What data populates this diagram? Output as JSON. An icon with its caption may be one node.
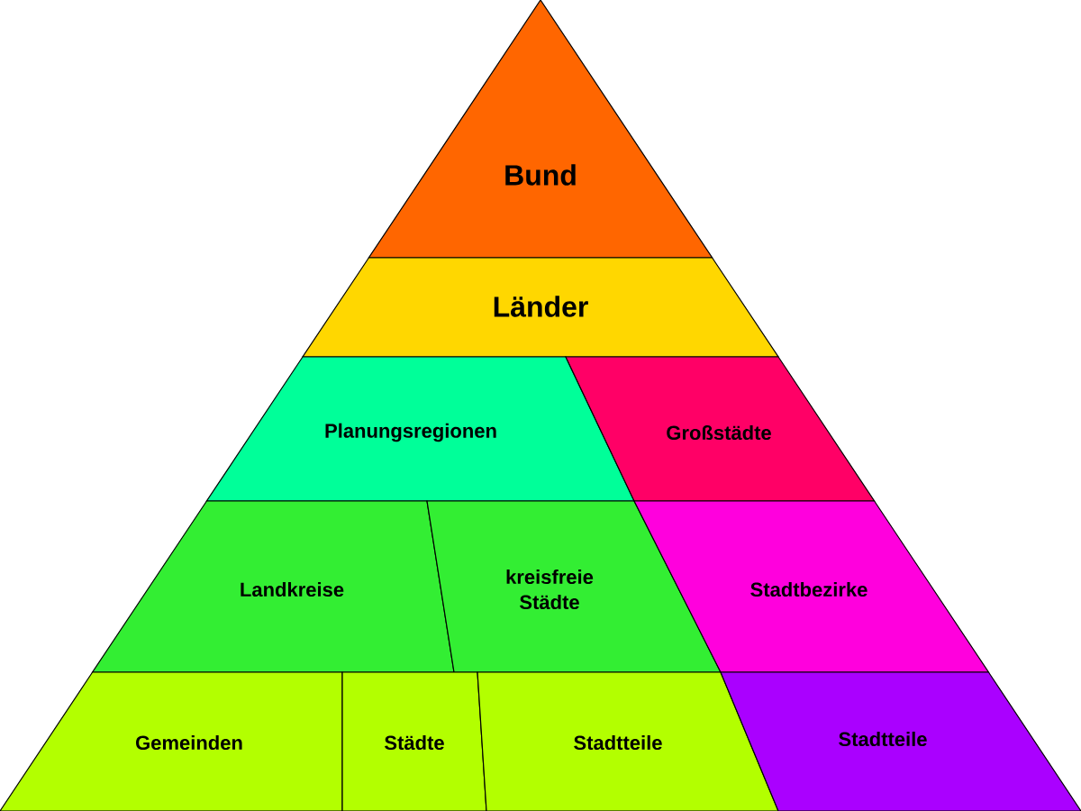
{
  "diagram": {
    "nodes": [
      {
        "text": [
          "Bund"
        ]
      },
      {
        "text": [
          "Länder"
        ]
      },
      {
        "text": [
          "Planungsregionen"
        ]
      },
      {
        "text": [
          "Großstädte"
        ]
      },
      {
        "text": [
          "Landkreise"
        ]
      },
      {
        "text": [
          "kreisfreie Städte"
        ]
      },
      {
        "text": [
          "Stadtbezirke"
        ]
      },
      {
        "text": [
          "Gemeinden"
        ]
      },
      {
        "text": [
          "Städte"
        ]
      },
      {
        "text": [
          "Stadtteile"
        ]
      },
      {
        "text": [
          "Stadtteile"
        ]
      }
    ]
  }
}
